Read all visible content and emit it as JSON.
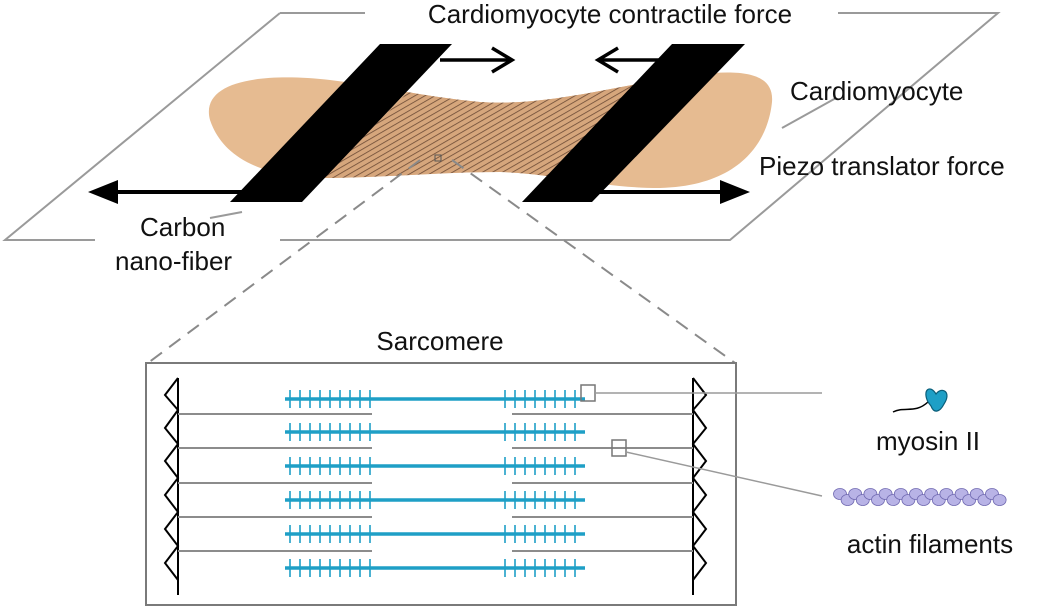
{
  "labels": {
    "contractile_force": "Cardiomyocyte contractile force",
    "cardiomyocyte": "Cardiomyocyte",
    "piezo_force": "Piezo translator force",
    "carbon_line1": "Carbon",
    "carbon_line2": "nano-fiber",
    "sarcomere": "Sarcomere",
    "myosin": "myosin II",
    "actin": "actin filaments"
  },
  "colors": {
    "cell": "#e6bb91",
    "fiber": "#000000",
    "myosin": "#1e9fc6",
    "actin_line": "#8c8c8c",
    "actin_icon": "#b8b3e6",
    "outline": "#8a8a8a"
  }
}
